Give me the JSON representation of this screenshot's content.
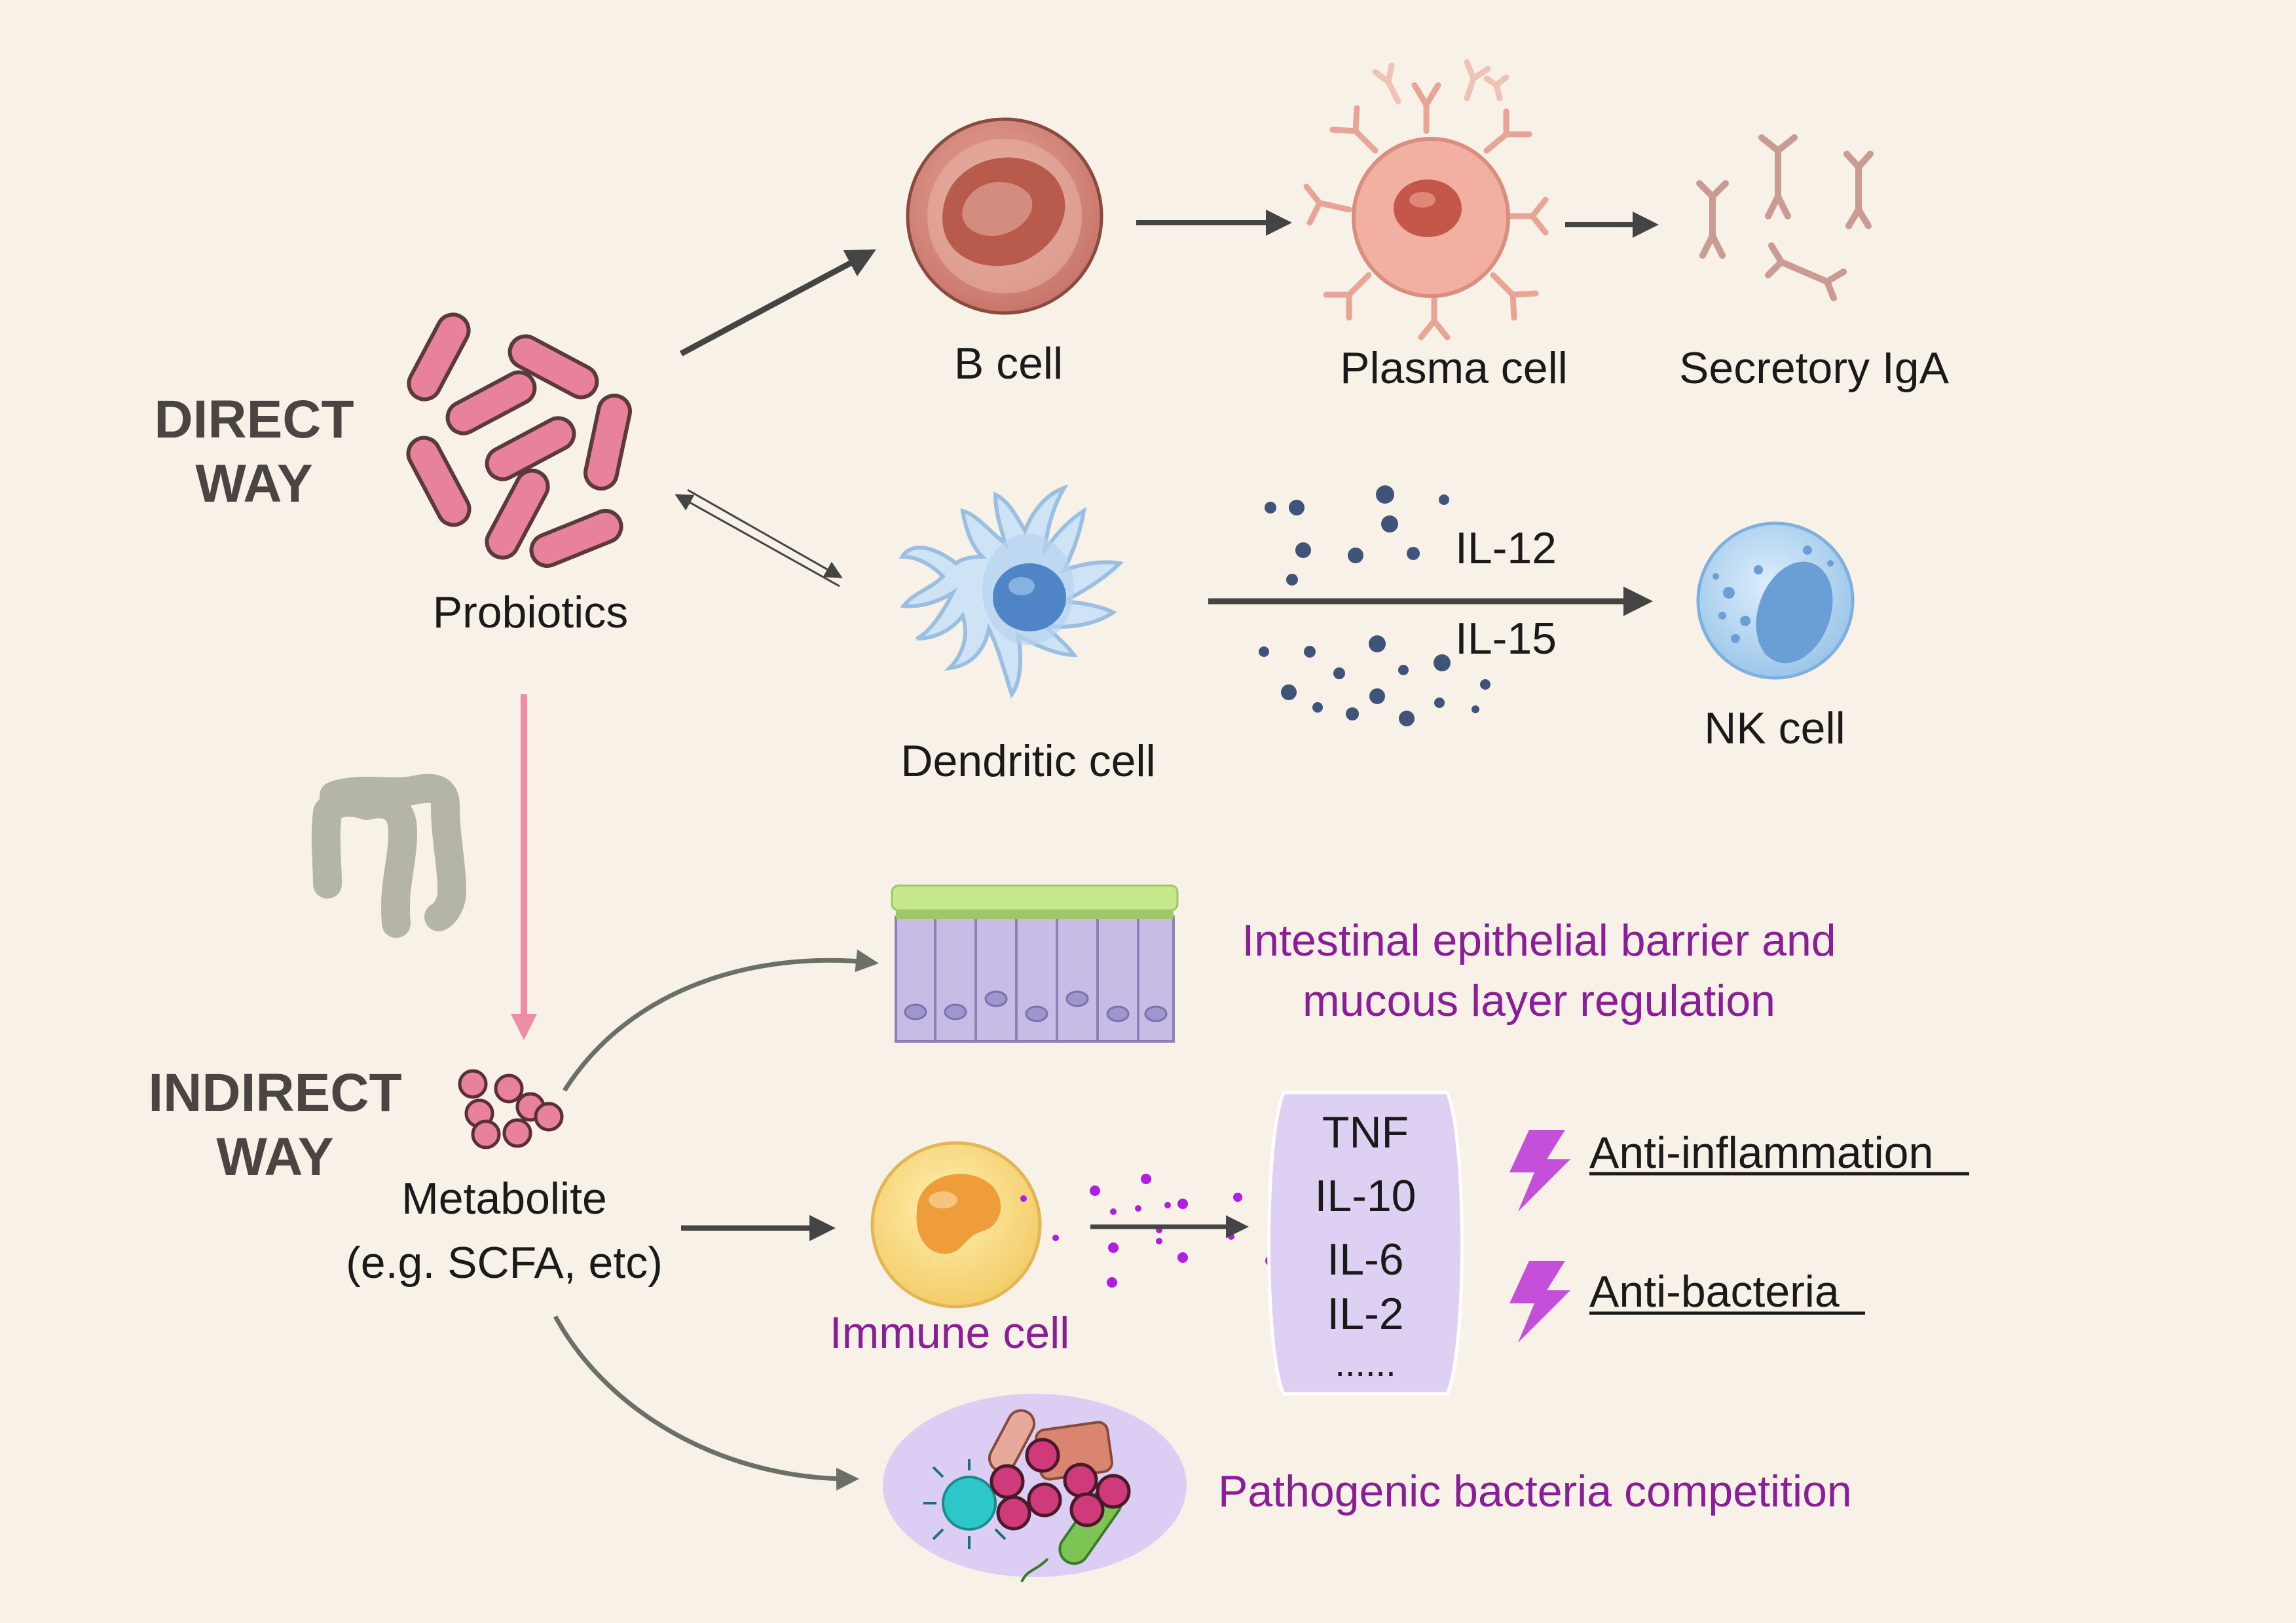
{
  "direct_way": {
    "line1": "DIRECT",
    "line2": "WAY"
  },
  "indirect_way": {
    "line1": "INDIRECT",
    "line2": "WAY"
  },
  "probiotics": "Probiotics",
  "b_cell": "B cell",
  "plasma_cell": "Plasma cell",
  "secretory_iga": "Secretory IgA",
  "dendritic_cell": "Dendritic cell",
  "il12": "IL-12",
  "il15": "IL-15",
  "nk_cell": "NK cell",
  "barrier": {
    "line1": "Intestinal epithelial barrier and",
    "line2": "mucous layer regulation"
  },
  "metabolite": {
    "line1": "Metabolite",
    "line2": "(e.g. SCFA, etc)"
  },
  "immune_cell": "Immune cell",
  "cytokines": [
    "TNF",
    "IL-10",
    "IL-6",
    "IL-2",
    "......"
  ],
  "effects": {
    "anti_inflammation": "Anti-inflammation",
    "anti_bacteria": "Anti-bacteria"
  },
  "competition": "Pathogenic bacteria competition",
  "colors": {
    "background": "#f8f1e7",
    "accent_purple": "#8a1e97",
    "probiotic_pink": "#e8829a",
    "arrow_dark": "#444444",
    "arrow_pink": "#ee8ea6",
    "cytokine_box": "#ddd0f3",
    "bolt": "#c44fd8"
  }
}
